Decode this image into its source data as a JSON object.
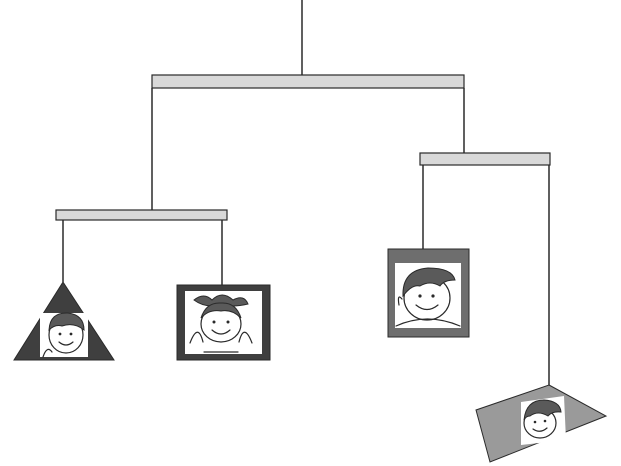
{
  "diagram": {
    "kind": "hanging mobile",
    "rods": [
      {
        "id": "top-rod"
      },
      {
        "id": "left-rod"
      },
      {
        "id": "right-rod"
      }
    ],
    "pendants": [
      {
        "id": "triangle-pendant",
        "shape": "triangle",
        "depicts": "boy"
      },
      {
        "id": "square-pendant-girl",
        "shape": "square",
        "depicts": "girl"
      },
      {
        "id": "square-pendant-boy",
        "shape": "square",
        "depicts": "boy"
      },
      {
        "id": "parallelogram-pendant",
        "shape": "parallelogram",
        "depicts": "boy"
      }
    ]
  },
  "colors": {
    "background": "#ffffff",
    "string": "#2a2a2a",
    "rod_fill": "#d9d9d9",
    "rod_stroke": "#2a2a2a",
    "shape_dark": "#3f3f3f",
    "shape_medium": "#6e6e6e",
    "shape_light": "#9a9a9a",
    "hair": "#5a5a5a",
    "face": "#ffffff"
  }
}
